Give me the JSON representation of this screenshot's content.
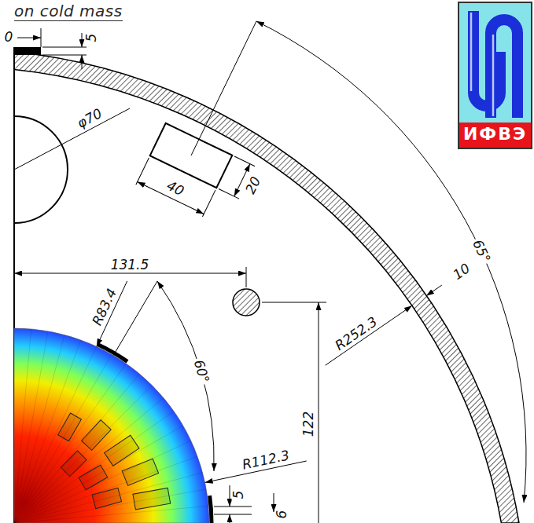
{
  "diagram": {
    "title": "on cold mass",
    "nodes": [
      {
        "text": [
          "ИФВЭ"
        ]
      }
    ],
    "labels": [
      "0",
      "5",
      "φ70",
      "40",
      "20",
      "65°",
      "131.5",
      "10",
      "R252.3",
      "R83.4",
      "60°",
      "122",
      "R112.3",
      "5",
      "6"
    ]
  }
}
